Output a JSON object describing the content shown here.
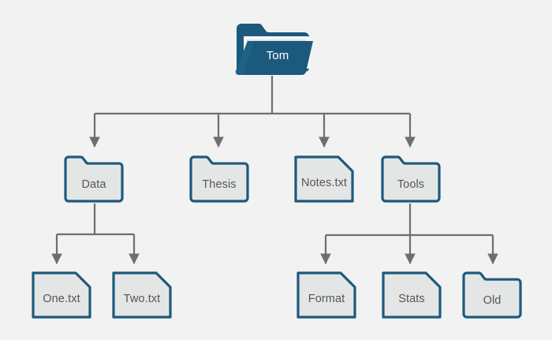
{
  "diagram": {
    "title": "file-system-tree",
    "background_color": "#f2f2f2",
    "edge_color": "#6e6e6e",
    "node_fill": "#e4e6e6",
    "node_stroke": "#1d5madeup",
    "node_border_color": "#1d5a7d",
    "root_fill": "#1b5a7d",
    "label_color": "#555558",
    "root_label_color": "#ffffff",
    "nodes": [
      {
        "id": "root",
        "label": "Tom",
        "type": "open-folder"
      },
      {
        "id": "data",
        "label": "Data",
        "type": "folder"
      },
      {
        "id": "thesis",
        "label": "Thesis",
        "type": "folder"
      },
      {
        "id": "notes",
        "label": "Notes.txt",
        "type": "file"
      },
      {
        "id": "tools",
        "label": "Tools",
        "type": "folder"
      },
      {
        "id": "one",
        "label": "One.txt",
        "type": "file"
      },
      {
        "id": "two",
        "label": "Two.txt",
        "type": "file"
      },
      {
        "id": "format",
        "label": "Format",
        "type": "file"
      },
      {
        "id": "stats",
        "label": "Stats",
        "type": "file"
      },
      {
        "id": "old",
        "label": "Old",
        "type": "folder"
      }
    ],
    "edges": [
      {
        "from": "root",
        "to": "data"
      },
      {
        "from": "root",
        "to": "thesis"
      },
      {
        "from": "root",
        "to": "notes"
      },
      {
        "from": "root",
        "to": "tools"
      },
      {
        "from": "data",
        "to": "one"
      },
      {
        "from": "data",
        "to": "two"
      },
      {
        "from": "tools",
        "to": "format"
      },
      {
        "from": "tools",
        "to": "stats"
      },
      {
        "from": "tools",
        "to": "old"
      }
    ]
  }
}
